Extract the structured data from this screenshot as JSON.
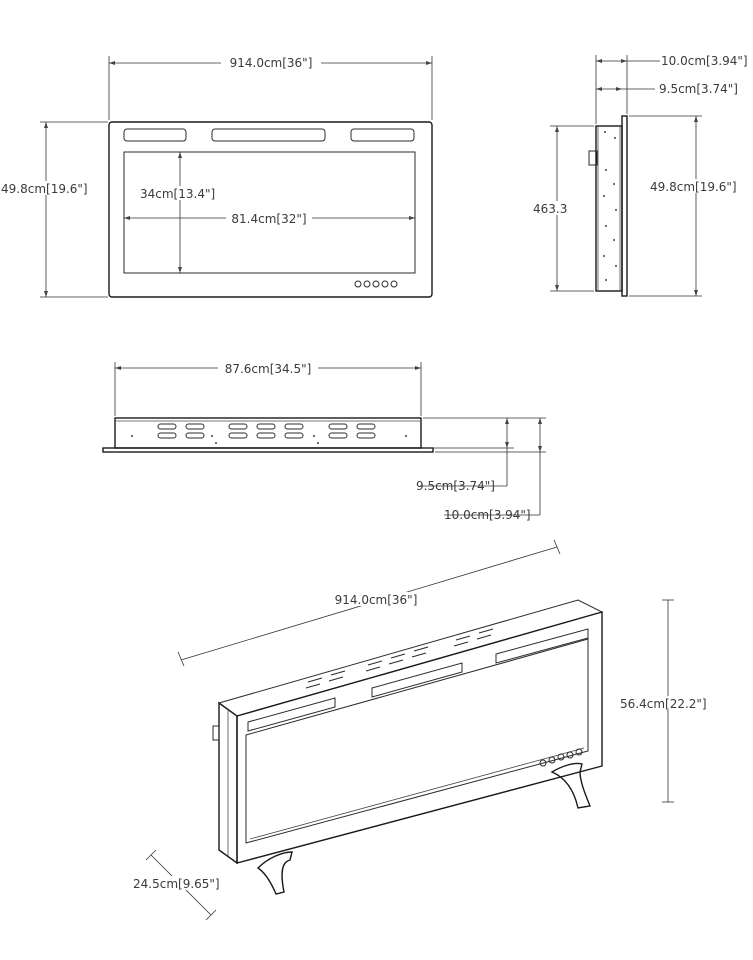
{
  "front_view": {
    "width_label": "914.0cm[36\"]",
    "height_label": "49.8cm[19.6\"]",
    "screen_height_label": "34cm[13.4\"]",
    "screen_width_label": "81.4cm[32\"]"
  },
  "side_view": {
    "total_depth_label": "10.0cm[3.94\"]",
    "body_depth_label": "9.5cm[3.74\"]",
    "body_height_label": "463.3",
    "height_label": "49.8cm[19.6\"]"
  },
  "top_view": {
    "width_label": "87.6cm[34.5\"]",
    "body_depth_label": "9.5cm[3.74\"]",
    "total_depth_label": "10.0cm[3.94\"]"
  },
  "perspective_view": {
    "width_label": "914.0cm[36\"]",
    "height_label": "56.4cm[22.2\"]",
    "stand_depth_label": "24.5cm[9.65\"]"
  }
}
